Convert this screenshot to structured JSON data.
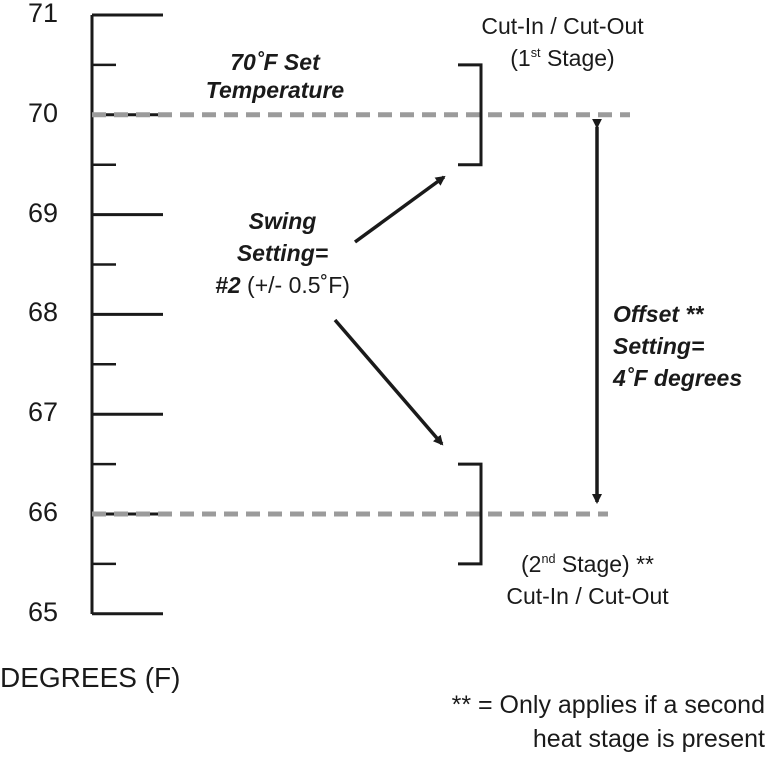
{
  "scale": {
    "ticks": [
      {
        "label": "71",
        "value": 71
      },
      {
        "label": "70",
        "value": 70
      },
      {
        "label": "69",
        "value": 69
      },
      {
        "label": "68",
        "value": 68
      },
      {
        "label": "67",
        "value": 67
      },
      {
        "label": "66",
        "value": 66
      },
      {
        "label": "65",
        "value": 65
      }
    ],
    "axis_label": "DEGREES (F)"
  },
  "set_point": {
    "value": 70,
    "line1": "70˚F Set",
    "line2": "Temperature",
    "line_color": "#9b9b9b"
  },
  "first_stage": {
    "band_low": 69.5,
    "band_high": 70.5,
    "title": "Cut-In / Cut-Out",
    "sub_open": "(1",
    "sub_sup": "st",
    "sub_close": " Stage)"
  },
  "second_stage": {
    "value": 66,
    "band_low": 65.5,
    "band_high": 66.5,
    "sub_open": "(2",
    "sub_sup": "nd",
    "sub_close": " Stage) **",
    "title": "Cut-In / Cut-Out"
  },
  "swing": {
    "line1": "Swing",
    "line2": "Setting=",
    "line3_bold": "#2",
    "line3_rest": " (+/- 0.5˚F)"
  },
  "offset": {
    "line1": "Offset **",
    "line2": "Setting=",
    "line3": "4˚F degrees"
  },
  "footnote": {
    "line1": "** = Only applies if a second",
    "line2": "heat stage is present"
  },
  "colors": {
    "ink": "#1a1a1a",
    "dashed": "#9b9b9b"
  }
}
